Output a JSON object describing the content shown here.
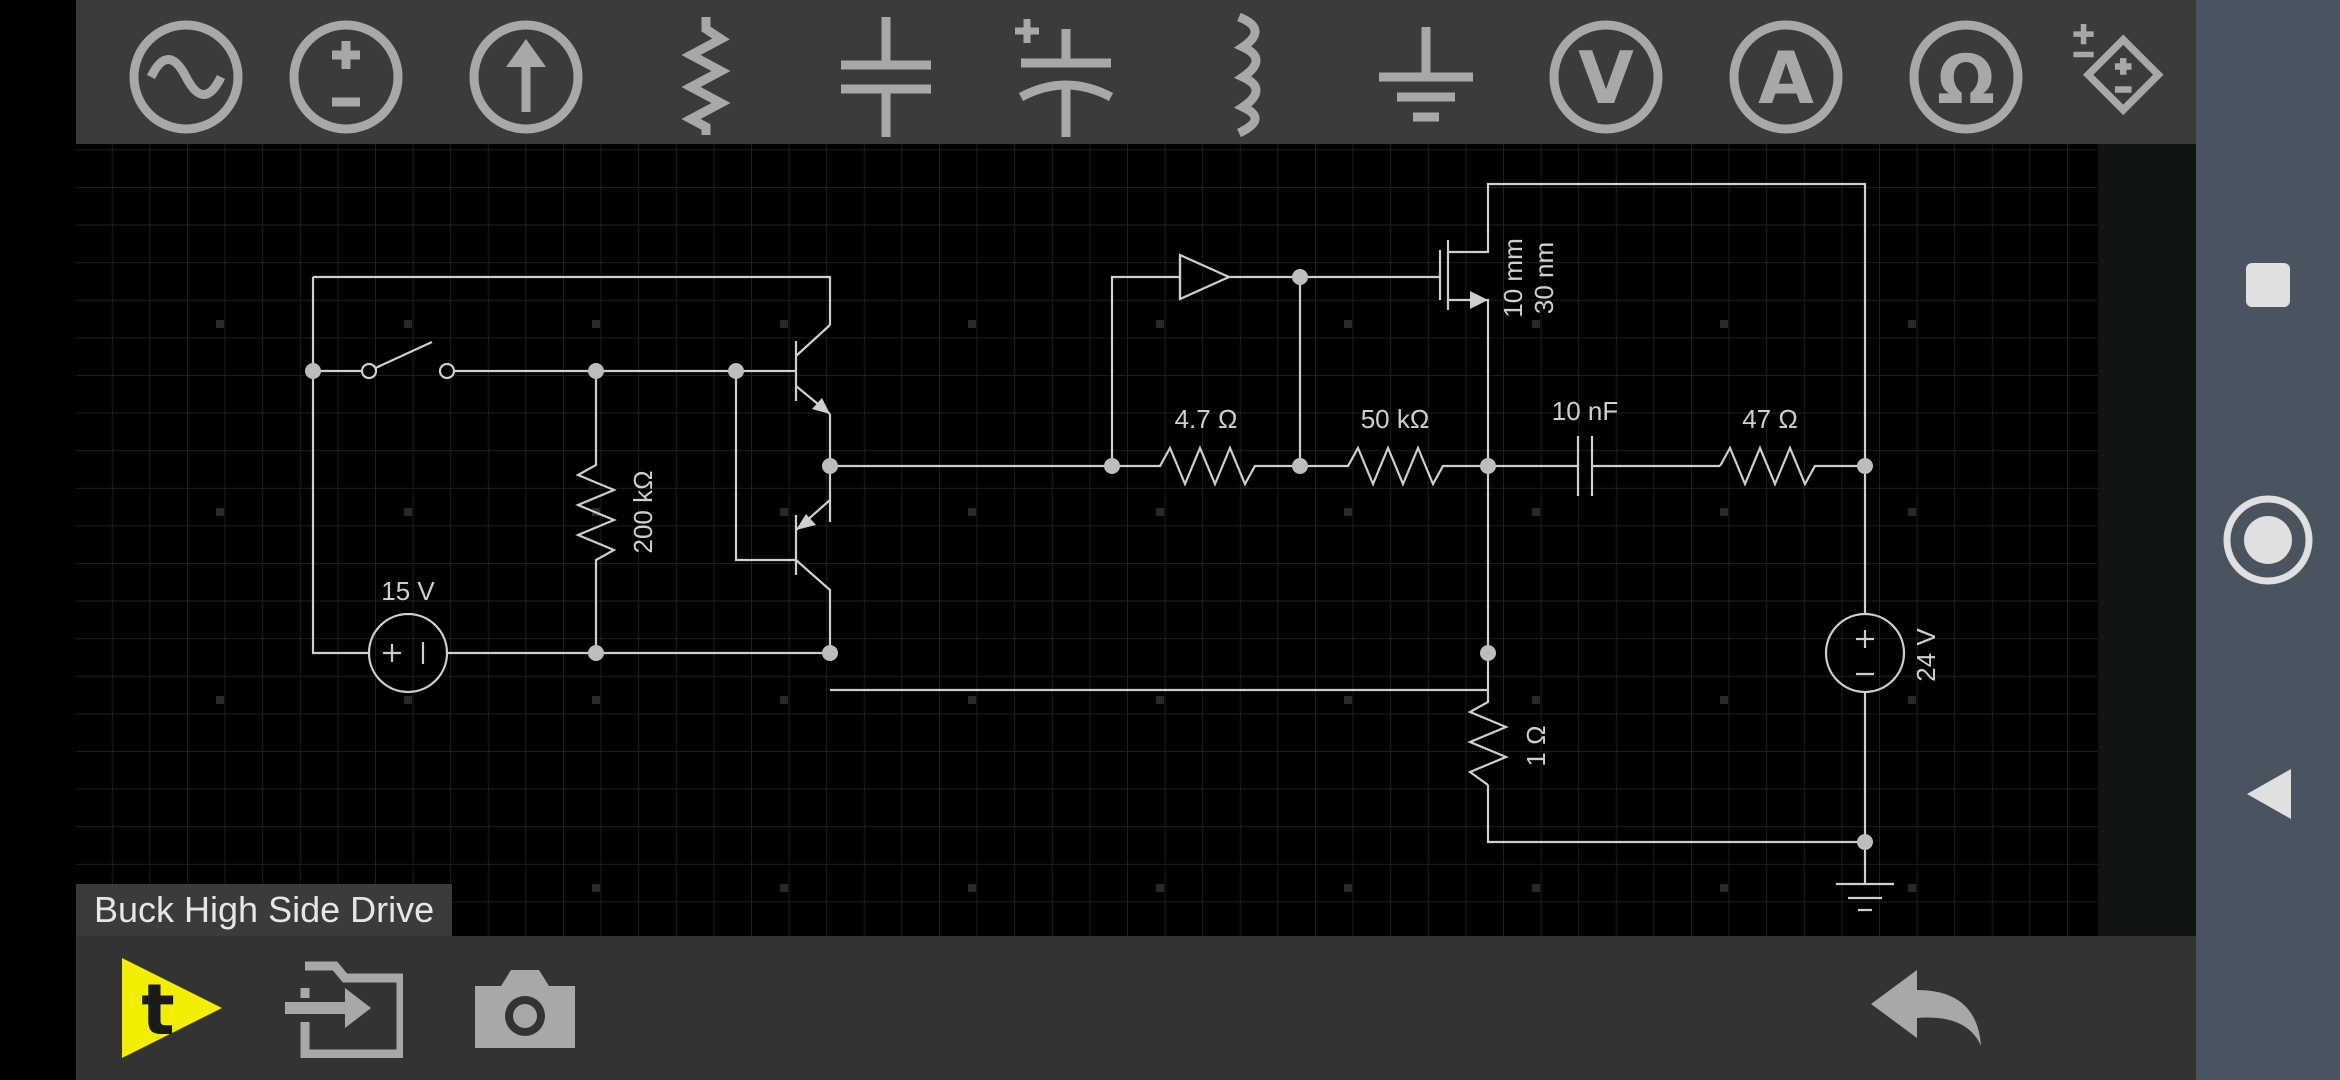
{
  "circuit_title": "Buck High Side Drive",
  "toolbar": {
    "tools": [
      {
        "name": "ac-source-icon"
      },
      {
        "name": "dc-voltage-source-icon"
      },
      {
        "name": "current-source-icon"
      },
      {
        "name": "resistor-icon"
      },
      {
        "name": "capacitor-icon"
      },
      {
        "name": "polarized-capacitor-icon"
      },
      {
        "name": "inductor-icon"
      },
      {
        "name": "ground-icon"
      },
      {
        "name": "voltmeter-icon"
      },
      {
        "name": "ammeter-icon"
      },
      {
        "name": "ohmmeter-icon"
      },
      {
        "name": "dependent-source-icon"
      }
    ],
    "voltmeter_glyph": "V",
    "ammeter_glyph": "A",
    "ohmmeter_glyph": "Ω"
  },
  "components": {
    "v15": "15 V",
    "r200k": "200 kΩ",
    "r4_7": "4.7 Ω",
    "r50k": "50 kΩ",
    "mosfet_w": "10 mm",
    "mosfet_l": "30 nm",
    "c10n": "10 nF",
    "r47": "47 Ω",
    "v24": "24 V",
    "r1": "1 Ω"
  },
  "bottom": {
    "run_glyph": "t",
    "colors": {
      "run_bg": "#f2ee00",
      "icons": "#a8a8a8"
    }
  },
  "nav": [
    "recents-icon",
    "home-icon",
    "back-icon"
  ]
}
